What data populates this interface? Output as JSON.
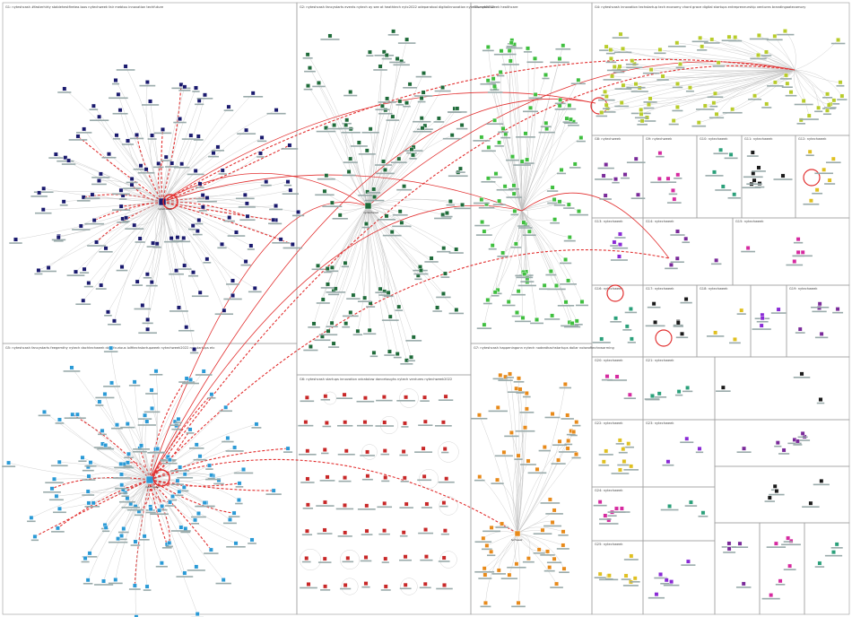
{
  "graph": {
    "background": "#ffffff",
    "group_labels": [
      "G1: nyteshcash #fasterhirty stablehestfiretea.toos nytechweek fair mebtou innovation techfuture",
      "G2: nyteshcash fancystarts events nytech ay see at heathtech nytc2022 odeparatooi digitalinnovation nytechweek2022",
      "G3: nytechweek healthcare",
      "G4: nyteshcash innovation techstartup tech economy chord grace digital startups entrepreneurship ventures brandingoatecomory",
      "G5: nyteshcash fancystarts feegemthy nytech dachtechweek dashfcurious lolfitechstartupweek nytechweek2022 nycstartups etc",
      "G6: nyteshcash startups innovation xdcatolow dancetoughs nytech ventures nytechweek2022",
      "G7: nyteshcash happeningonn nytech nodeathachstartups dollar noiseoftechnwarming",
      "G8: nytechweek",
      "G9: nytechweek",
      "G10: nytechweek",
      "G11: nytechweek",
      "G12: nytechweek",
      "G13: nytechweek",
      "G14: nytechweek",
      "G15: nytechweek",
      "G16: nytechweek",
      "G17: nytechweek",
      "G18: nytechweek",
      "G19: nytechweek",
      "G20: nytechweek",
      "G21: nytechweek",
      "G22: nytechweek",
      "G23: nytechweek",
      "G24: nytechweek",
      "G25: nytechweek"
    ],
    "colors": {
      "g1": "#1a1a6e",
      "g2": "#1f6b3a",
      "g3": "#3fbf3f",
      "g4": "#b8cc2a",
      "g5": "#2a9ad6",
      "g6": "#c82828",
      "g7": "#e88a1a",
      "hot_edge": "#e23030",
      "misc": [
        "#7a2a9a",
        "#d62aa0",
        "#2aa07a",
        "#1a1a1a",
        "#e0c020",
        "#8a2ad6"
      ]
    },
    "hub_labels": {
      "g1": "nytechweek",
      "g5": "nytechweek",
      "g2": "nyctechweek",
      "g7": "techweek"
    }
  }
}
